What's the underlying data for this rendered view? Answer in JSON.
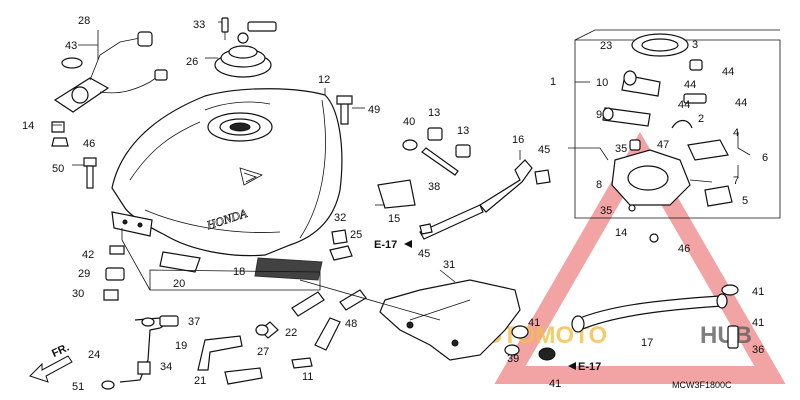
{
  "diagram": {
    "code": "MCW3F1800C",
    "brand_on_tank": "HONDA",
    "front_arrow": "FR.",
    "refs": [
      "E-17",
      "E-17"
    ],
    "watermark": {
      "word1": "AUTOMOTO",
      "word2": "HUB",
      "color1": "#f0b429",
      "color2": "#444444",
      "triangle_color": "#e23b3b"
    },
    "callouts": [
      {
        "id": "c28",
        "text": "28"
      },
      {
        "id": "c43",
        "text": "43"
      },
      {
        "id": "c33",
        "text": "33"
      },
      {
        "id": "c26",
        "text": "26"
      },
      {
        "id": "c14a",
        "text": "14"
      },
      {
        "id": "c46a",
        "text": "46"
      },
      {
        "id": "c50",
        "text": "50"
      },
      {
        "id": "c12",
        "text": "12"
      },
      {
        "id": "c49",
        "text": "49"
      },
      {
        "id": "c40",
        "text": "40"
      },
      {
        "id": "c13a",
        "text": "13"
      },
      {
        "id": "c13b",
        "text": "13"
      },
      {
        "id": "c38",
        "text": "38"
      },
      {
        "id": "c15",
        "text": "15"
      },
      {
        "id": "c16",
        "text": "16"
      },
      {
        "id": "c45a",
        "text": "45"
      },
      {
        "id": "c45b",
        "text": "45"
      },
      {
        "id": "c32",
        "text": "32"
      },
      {
        "id": "c25",
        "text": "25"
      },
      {
        "id": "c42",
        "text": "42"
      },
      {
        "id": "c29",
        "text": "29"
      },
      {
        "id": "c30",
        "text": "30"
      },
      {
        "id": "c20",
        "text": "20"
      },
      {
        "id": "c18",
        "text": "18"
      },
      {
        "id": "c31",
        "text": "31"
      },
      {
        "id": "c37",
        "text": "37"
      },
      {
        "id": "c22",
        "text": "22"
      },
      {
        "id": "c48",
        "text": "48"
      },
      {
        "id": "c19",
        "text": "19"
      },
      {
        "id": "c27",
        "text": "27"
      },
      {
        "id": "c24",
        "text": "24"
      },
      {
        "id": "c34",
        "text": "34"
      },
      {
        "id": "c21",
        "text": "21"
      },
      {
        "id": "c11",
        "text": "11"
      },
      {
        "id": "c51",
        "text": "51"
      },
      {
        "id": "c1",
        "text": "1"
      },
      {
        "id": "c23",
        "text": "23"
      },
      {
        "id": "c3",
        "text": "3"
      },
      {
        "id": "c44a",
        "text": "44"
      },
      {
        "id": "c10",
        "text": "10"
      },
      {
        "id": "c44b",
        "text": "44"
      },
      {
        "id": "c44c",
        "text": "44"
      },
      {
        "id": "c44d",
        "text": "44"
      },
      {
        "id": "c9",
        "text": "9"
      },
      {
        "id": "c2",
        "text": "2"
      },
      {
        "id": "c35a",
        "text": "35"
      },
      {
        "id": "c47",
        "text": "47"
      },
      {
        "id": "c4",
        "text": "4"
      },
      {
        "id": "c6",
        "text": "6"
      },
      {
        "id": "c8",
        "text": "8"
      },
      {
        "id": "c7",
        "text": "7"
      },
      {
        "id": "c35b",
        "text": "35"
      },
      {
        "id": "c5",
        "text": "5"
      },
      {
        "id": "c14b",
        "text": "14"
      },
      {
        "id": "c46b",
        "text": "46"
      },
      {
        "id": "c41a",
        "text": "41"
      },
      {
        "id": "c41b",
        "text": "41"
      },
      {
        "id": "c17",
        "text": "17"
      },
      {
        "id": "c41c",
        "text": "41"
      },
      {
        "id": "c39",
        "text": "39"
      },
      {
        "id": "c36",
        "text": "36"
      },
      {
        "id": "c41d",
        "text": "41"
      }
    ]
  }
}
